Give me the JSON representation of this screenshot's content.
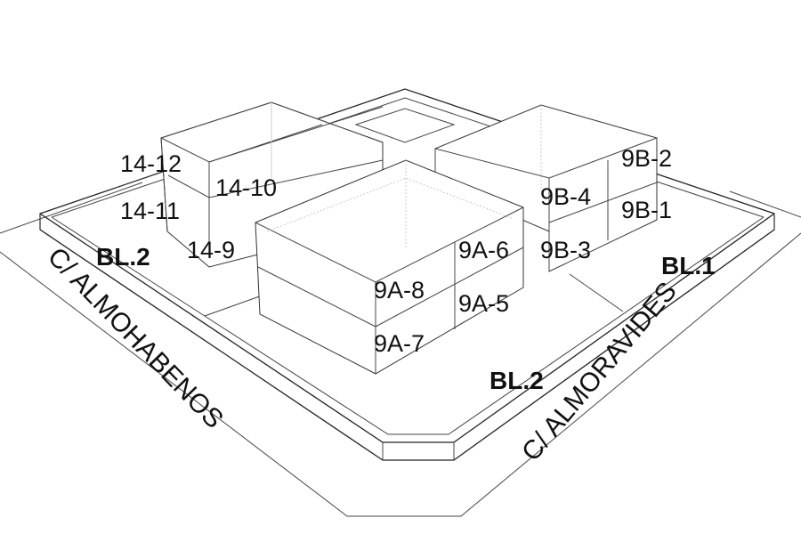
{
  "units": {
    "u14_12": "14-12",
    "u14_11": "14-11",
    "u14_10": "14-10",
    "u14_9": "14-9",
    "u9A_8": "9A-8",
    "u9A_7": "9A-7",
    "u9A_6": "9A-6",
    "u9A_5": "9A-5",
    "u9B_4": "9B-4",
    "u9B_3": "9B-3",
    "u9B_2": "9B-2",
    "u9B_1": "9B-1"
  },
  "blocks": {
    "left": "BL.2",
    "front": "BL.2",
    "right": "BL.1"
  },
  "streets": {
    "left": "C/ ALMOHABENOS",
    "right": "C/ ALMORAVIDES"
  }
}
